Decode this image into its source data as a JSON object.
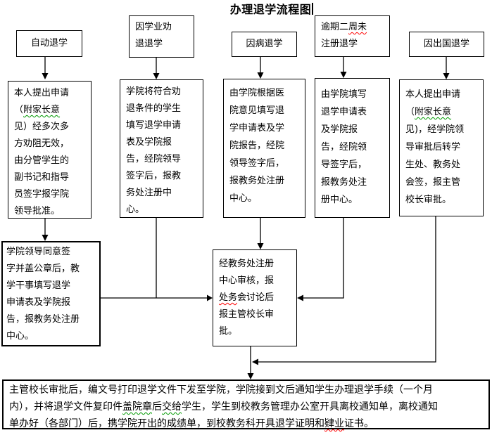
{
  "title": {
    "text": "办理退学流程图"
  },
  "colors": {
    "line": "#000000",
    "text": "#000000",
    "box_background": "#ffffff",
    "spellcheck_green": "#009900",
    "spellcheck_red": "#ff0000"
  },
  "top_row": {
    "auto": {
      "segments": [
        {
          "t": "自动退学"
        }
      ]
    },
    "academic": {
      "segments": [
        {
          "t": "因学业劝\n退退学"
        }
      ]
    },
    "illness": {
      "segments": [
        {
          "t": "因病退学"
        }
      ]
    },
    "overdue": {
      "segments": [
        {
          "t": "逾期二"
        },
        {
          "t": "周未",
          "u": "red"
        },
        {
          "t": "\n注册退学"
        }
      ]
    },
    "abroad": {
      "segments": [
        {
          "t": "因出国退学"
        }
      ]
    }
  },
  "process_row": {
    "auto_detail": {
      "segments": [
        {
          "t": "本人提出申请\n（"
        },
        {
          "t": "附家长意",
          "u": "green"
        },
        {
          "t": "\n见）经多次多\n方劝阻无效，\n由分管学生的\n副书记和指导\n员签字报学院\n领导批准。"
        }
      ]
    },
    "academic_detail": {
      "segments": [
        {
          "t": "学院将符合劝\n退条件的学生\n填写退学申请\n表及学院报\n告，经院领导\n签字后，报教\n务处注册中\n心。"
        }
      ]
    },
    "illness_detail": {
      "segments": [
        {
          "t": "由学院根据医\n院意见填写退\n学申请表及学\n院报告，经院\n领导签字后，\n报教务处注册\n中心。"
        }
      ]
    },
    "overdue_detail": {
      "segments": [
        {
          "t": "由学院填写\n退学申请表\n及学院报\n告，经院领\n导签字后，\n报教务处注\n册中心。"
        }
      ]
    },
    "abroad_detail": {
      "segments": [
        {
          "t": "本人提出申请\n（"
        },
        {
          "t": "附家长意",
          "u": "green"
        },
        {
          "t": "\n见)，经学院领\n导审批后转学\n生处、教务处\n会签，报主管\n校长审批。"
        }
      ]
    }
  },
  "middle_row": {
    "college_leader": {
      "segments": [
        {
          "t": "学院领导同意签\n字并盖公章后，教\n学干事填写退学\n申请表及学院报\n告，报教务处注册\n中心。"
        }
      ]
    },
    "registry_review": {
      "segments": [
        {
          "t": "经教务处注册\n中心审核，报\n"
        },
        {
          "t": "处务",
          "u": "red"
        },
        {
          "t": "会讨论后\n报主管校长审\n批。"
        }
      ]
    }
  },
  "bottom": {
    "final_step": {
      "segments": [
        {
          "t": "主管校长审批后，编文号打印退学文件下发至学院，学院接到文后通知学生办理退学手续（一个月\n内），并将退学文件复印件"
        },
        {
          "t": "盖院章",
          "u": "green"
        },
        {
          "t": "后"
        },
        {
          "t": "交给",
          "u": "green"
        },
        {
          "t": "学生，学生到校教务管理办公室开具离校通知单，离校通知\n单办好（各部门）后，携学院开出的成绩单，到校教务科开具退学证明和"
        },
        {
          "t": "肄业",
          "u": "red"
        },
        {
          "t": "证书。"
        }
      ]
    }
  }
}
